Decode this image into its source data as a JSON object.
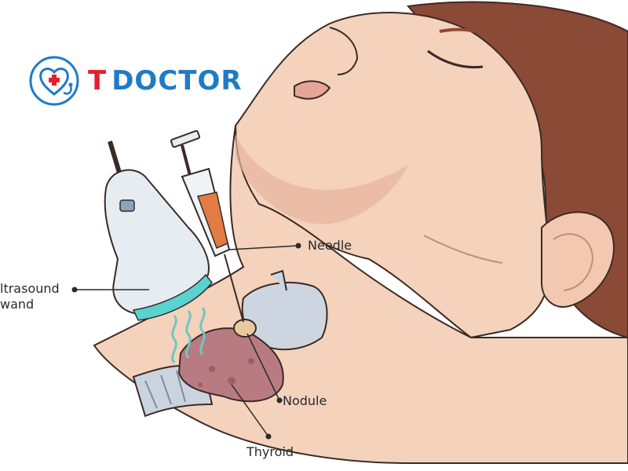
{
  "brand": {
    "logo_first_letter": "T",
    "logo_rest": "DOCTOR",
    "colors": {
      "red": "#e41f2d",
      "blue": "#1f7bc6"
    }
  },
  "labels": {
    "needle": "Needle",
    "ultrasound_wand": "ltrasound\nwand",
    "nodule": "Nodule",
    "thyroid": "Thyroid"
  },
  "colors": {
    "skin": "#f4d2bc",
    "skin_shadow": "#e7b49c",
    "hair": "#8a4a35",
    "outline": "#3b2a26",
    "thyroid": "#b97b82",
    "syringe_fluid": "#e37b45",
    "wand_glow": "#5ad2cf"
  }
}
